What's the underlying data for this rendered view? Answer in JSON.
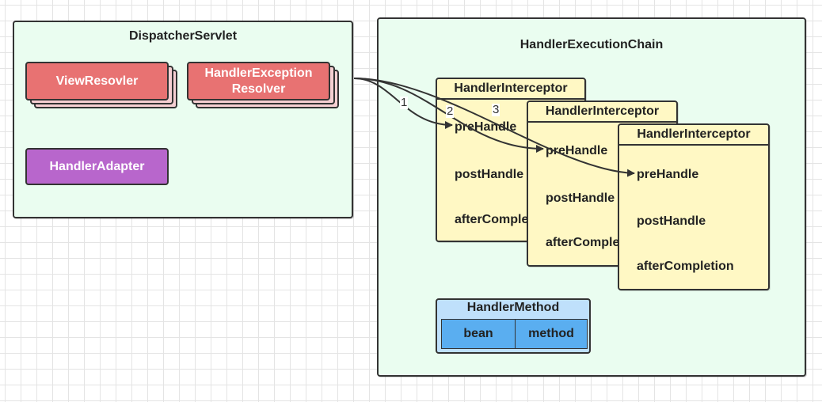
{
  "dispatcher": {
    "title": "DispatcherServlet",
    "view_resolver": "ViewResovler",
    "exception_resolver_line1": "HandlerException",
    "exception_resolver_line2": "Resolver",
    "handler_adapter": "HandlerAdapter"
  },
  "chain": {
    "title": "HandlerExecutionChain",
    "interceptors": [
      {
        "title": "HandlerInterceptor",
        "pre": "preHandle",
        "post": "postHandle",
        "after": "afterCompletion"
      },
      {
        "title": "HandlerInterceptor",
        "pre": "preHandle",
        "post": "postHandle",
        "after": "afterCompletion"
      },
      {
        "title": "HandlerInterceptor",
        "pre": "preHandle",
        "post": "postHandle",
        "after": "afterCompletion"
      }
    ],
    "handler_method": {
      "title": "HandlerMethod",
      "bean": "bean",
      "method": "method"
    }
  },
  "arrows": {
    "labels": [
      "1",
      "2",
      "3"
    ]
  },
  "colors": {
    "container_fill": "#eafdf0",
    "resolver_fill": "#e87272",
    "adapter_fill": "#b866cc",
    "interceptor_fill": "#fff8c4",
    "handler_method_fill": "#bfe0fb",
    "handler_method_cell": "#5aaef0"
  }
}
